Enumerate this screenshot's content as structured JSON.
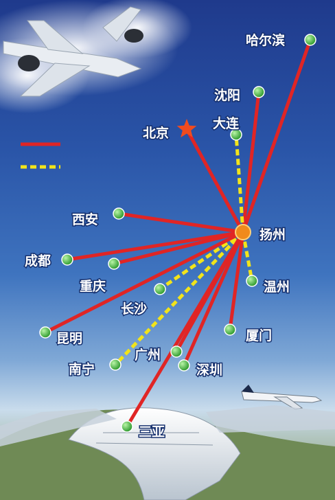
{
  "hub": {
    "name": "扬州",
    "color": "#f08a1c"
  },
  "capital": {
    "name": "北京",
    "color": "#f04b1e"
  },
  "legend": {
    "route_color": "#e02525",
    "planned_color": "#f2e41a"
  },
  "city_color": "#3cb83c",
  "routes": [
    {
      "name": "哈尔滨",
      "type": "solid"
    },
    {
      "name": "沈阳",
      "type": "solid"
    },
    {
      "name": "北京",
      "type": "solid"
    },
    {
      "name": "大连",
      "type": "dashed"
    },
    {
      "name": "西安",
      "type": "solid"
    },
    {
      "name": "成都",
      "type": "solid"
    },
    {
      "name": "重庆",
      "type": "solid"
    },
    {
      "name": "长沙",
      "type": "dashed"
    },
    {
      "name": "温州",
      "type": "dashed"
    },
    {
      "name": "昆明",
      "type": "solid"
    },
    {
      "name": "厦门",
      "type": "solid"
    },
    {
      "name": "南宁",
      "type": "dashed"
    },
    {
      "name": "广州",
      "type": "solid"
    },
    {
      "name": "深圳",
      "type": "solid"
    },
    {
      "name": "三亚",
      "type": "solid"
    }
  ]
}
